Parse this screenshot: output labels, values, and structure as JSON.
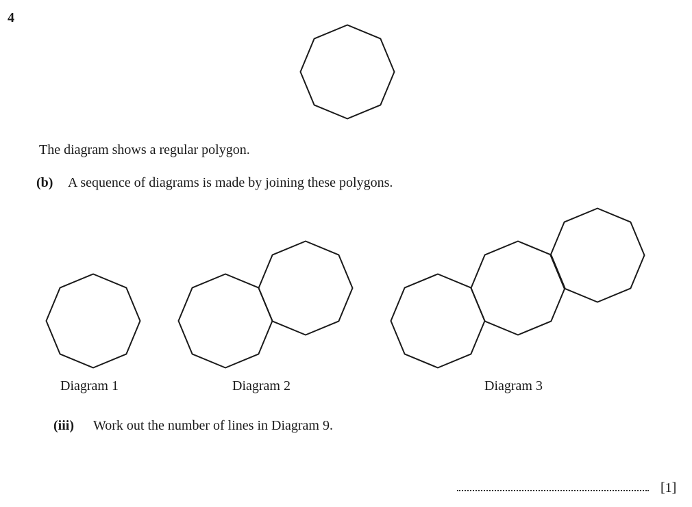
{
  "question_number": "4",
  "intro": "The diagram shows a regular polygon.",
  "part_b": {
    "label": "(b)",
    "text": "A sequence of diagrams is made by joining these polygons."
  },
  "diagrams": [
    {
      "label": "Diagram 1",
      "octagons": 1
    },
    {
      "label": "Diagram 2",
      "octagons": 2
    },
    {
      "label": "Diagram 3",
      "octagons": 3
    }
  ],
  "part_iii": {
    "label": "(iii)",
    "text": "Work out the number of lines in Diagram 9."
  },
  "answer": {
    "value": "",
    "marks": "[1]"
  }
}
